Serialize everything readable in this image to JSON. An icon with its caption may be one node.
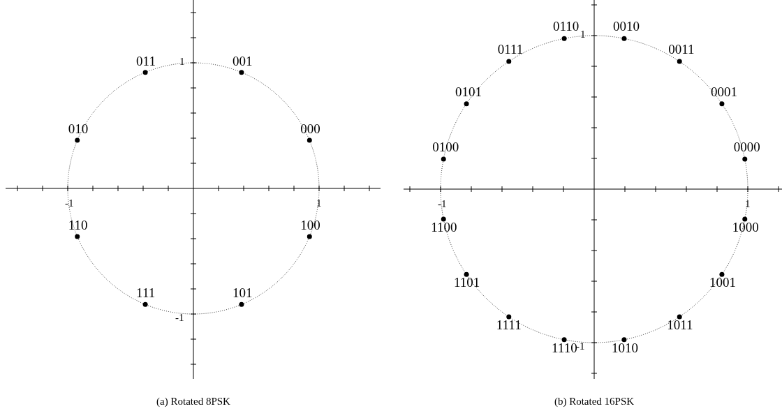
{
  "diagram": {
    "labels": [
      "011",
      "001",
      "010",
      "000",
      "110",
      "100",
      "111",
      "101",
      "1",
      "-1",
      "1",
      "-1",
      "(a) Rotated 8PSK",
      "0110",
      "0010",
      "0111",
      "0011",
      "0101",
      "0001",
      "0100",
      "0000",
      "1100",
      "1000",
      "1101",
      "1001",
      "1111",
      "1011",
      "1110",
      "1010",
      "1",
      "-1",
      "1",
      "-1",
      "(b) Rotated 16PSK"
    ]
  }
}
